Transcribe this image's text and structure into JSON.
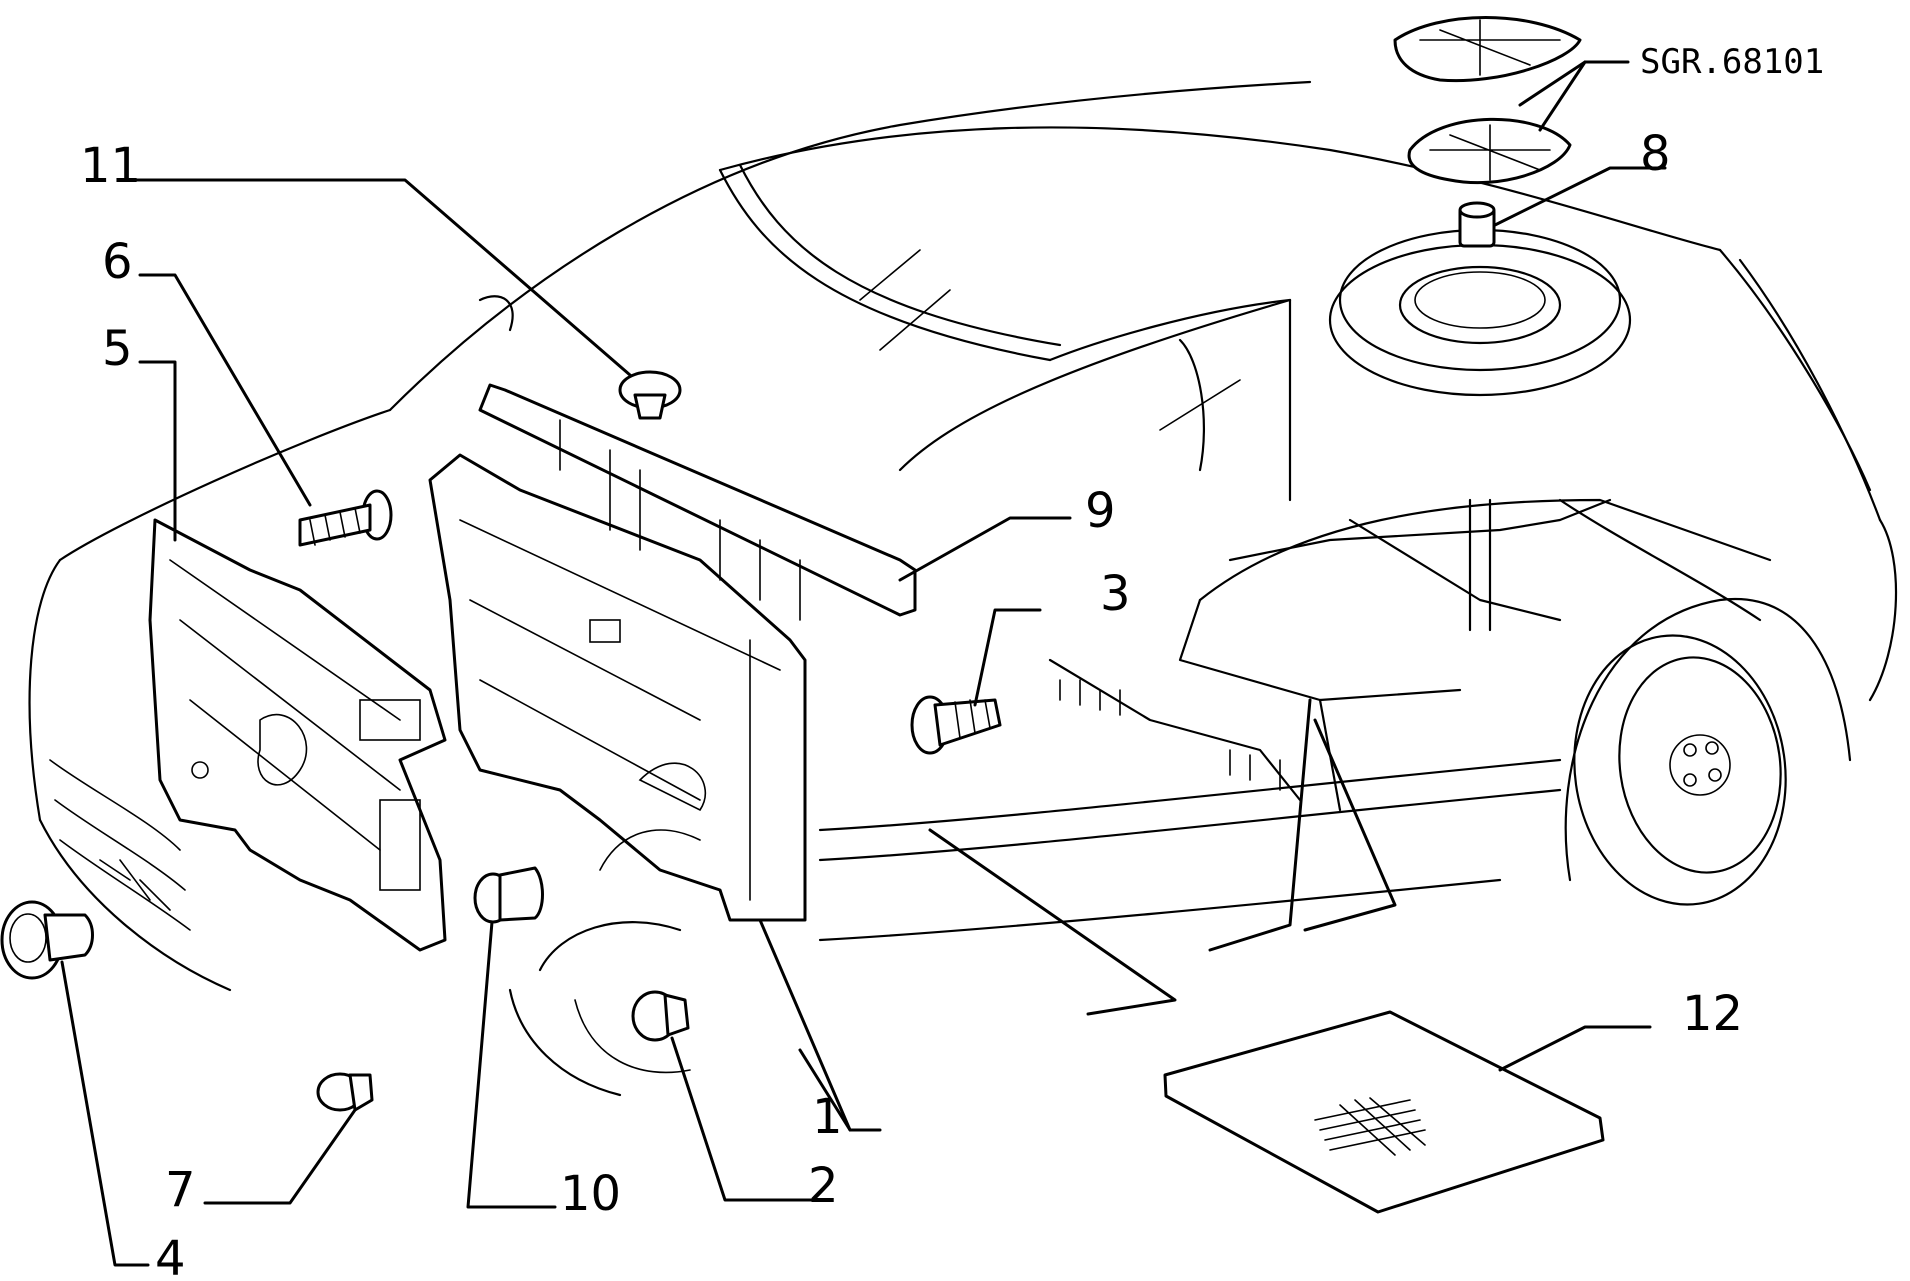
{
  "reference_code": "SGR.68101",
  "callouts": {
    "c1": "1",
    "c2": "2",
    "c3": "3",
    "c4": "4",
    "c5": "5",
    "c6": "6",
    "c7": "7",
    "c8": "8",
    "c9": "9",
    "c10": "10",
    "c11": "11",
    "c12": "12"
  }
}
